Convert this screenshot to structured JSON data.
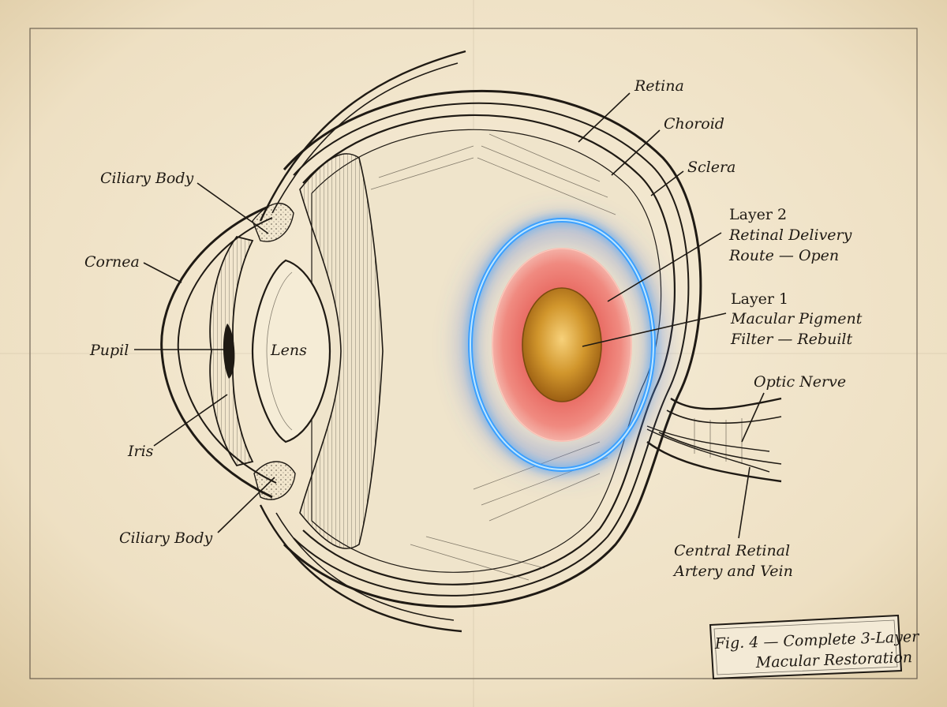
{
  "labels": {
    "retina": "Retina",
    "choroid": "Choroid",
    "sclera": "Sclera",
    "ciliary_body_top": "Ciliary Body",
    "cornea": "Cornea",
    "pupil": "Pupil",
    "lens": "Lens",
    "iris": "Iris",
    "ciliary_body_bottom": "Ciliary Body",
    "optic_nerve": "Optic Nerve",
    "central_retinal_line1": "Central Retinal",
    "central_retinal_line2": "Artery and Vein"
  },
  "layer2": {
    "title": "Layer 2",
    "line1": "Retinal Delivery",
    "line2": "Route — Open"
  },
  "layer1": {
    "title": "Layer 1",
    "line1": "Macular Pigment",
    "line2": "Filter — Rebuilt"
  },
  "caption": {
    "line1": "Fig. 4 — Complete 3-Layer",
    "line2": "Macular Restoration"
  },
  "colors": {
    "paper": "#f1e6cf",
    "ink": "#1f1a14",
    "layer2_glow": "#3aa0ff",
    "layer1_ring": "#e8706a",
    "core": "#c98a1e"
  }
}
